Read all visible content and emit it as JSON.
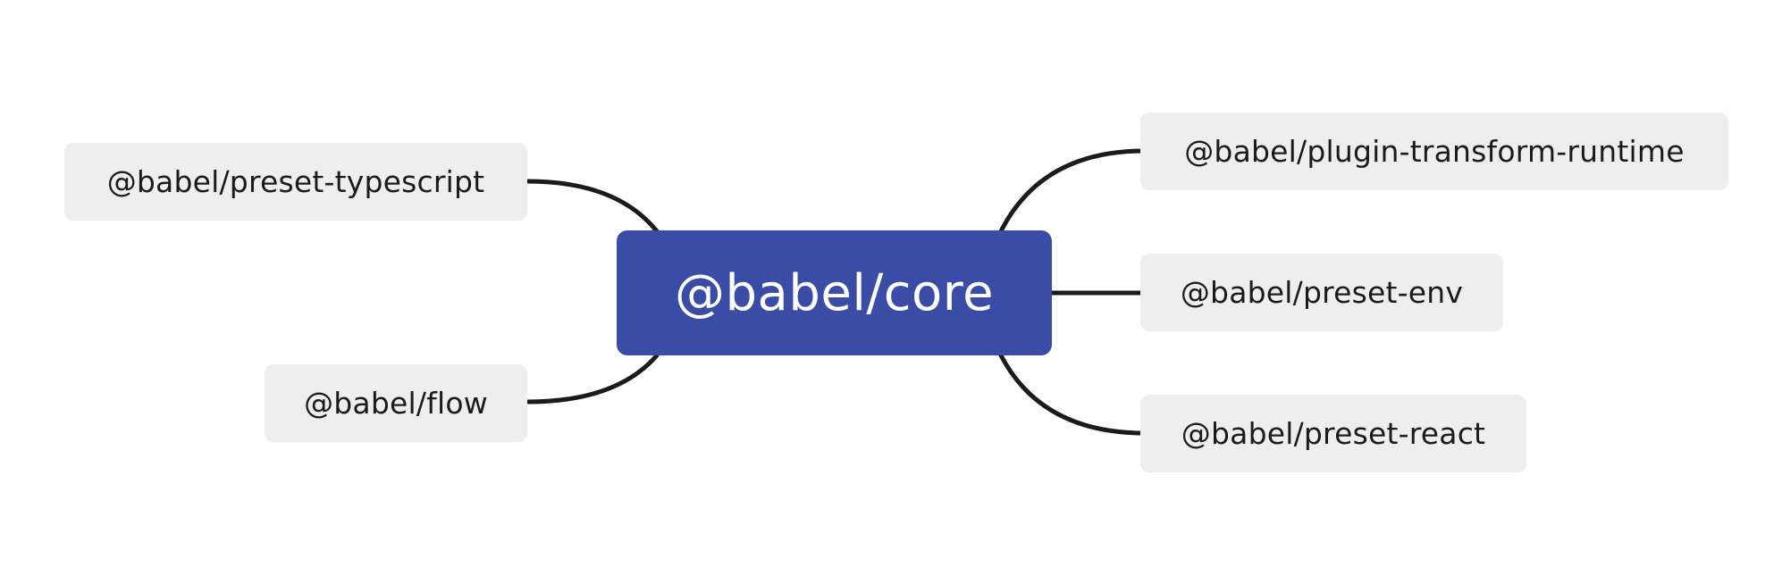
{
  "mindmap": {
    "root": {
      "label": "@babel/core"
    },
    "left_children": [
      {
        "label": "@babel/preset-typescript"
      },
      {
        "label": "@babel/flow"
      }
    ],
    "right_children": [
      {
        "label": "@babel/plugin-transform-runtime"
      },
      {
        "label": "@babel/preset-env"
      },
      {
        "label": "@babel/preset-react"
      }
    ]
  },
  "colors": {
    "root_background": "#3a4ca6",
    "root_text": "#ffffff",
    "child_background": "#eeeeee",
    "child_text": "#1b1b1b",
    "connector": "#1b1b1b"
  }
}
